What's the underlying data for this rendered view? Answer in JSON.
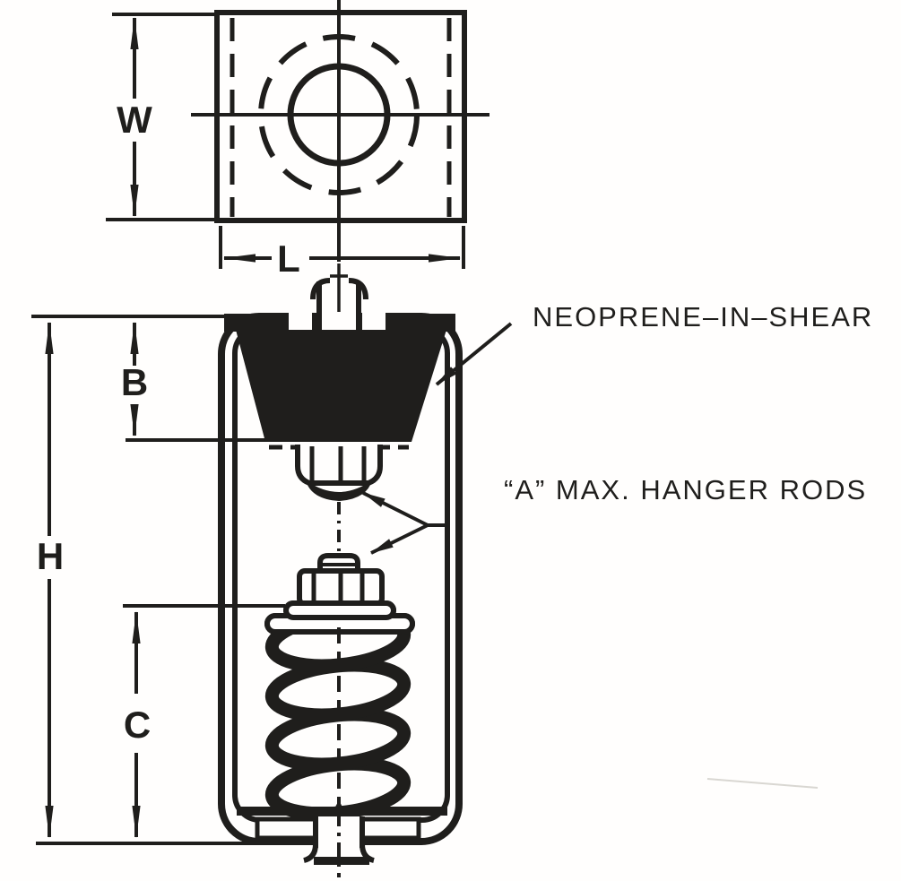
{
  "figure": {
    "ink_color": "#1f1e1c",
    "paper_color": "#fffefd"
  },
  "top_view": {
    "width_label": "W",
    "length_label": "L"
  },
  "front_view": {
    "overall_height_label": "H",
    "neoprene_height_label": "B",
    "spring_height_label": "C",
    "neoprene_callout": "NEOPRENE–IN–SHEAR",
    "hanger_rods_callout": "“A” MAX. HANGER RODS"
  }
}
